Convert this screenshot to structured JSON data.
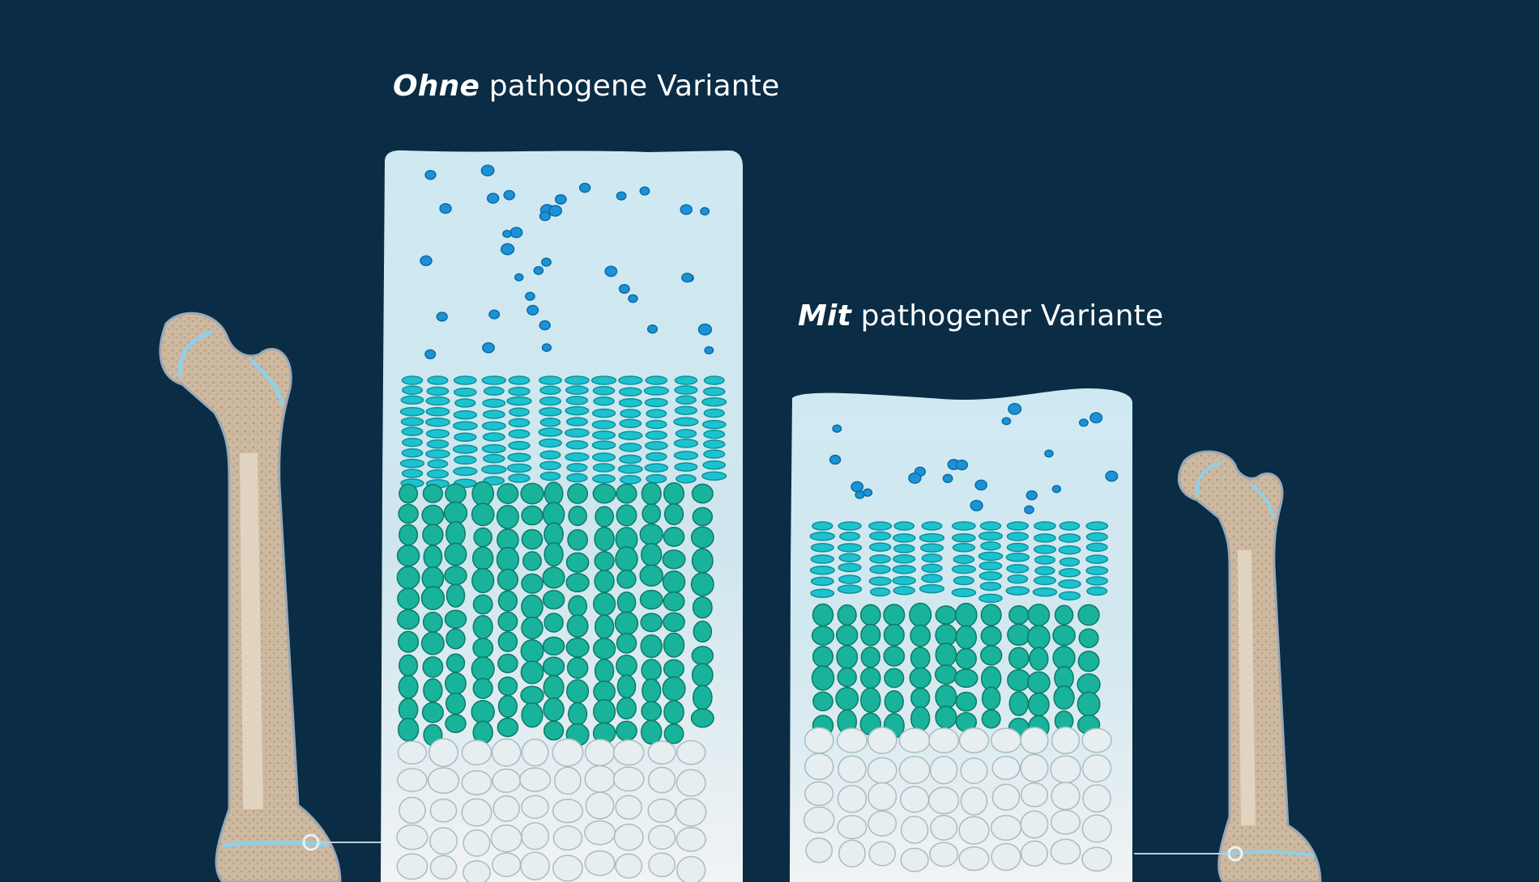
{
  "labels": {
    "normal": {
      "emphasis": "Ohne",
      "rest": " pathogene Variante"
    },
    "mutant": {
      "emphasis": "Mit",
      "rest": " pathogener Variante"
    }
  },
  "colors": {
    "background": "#0a2c44",
    "cartilage": "#cfe9f2",
    "resting_cells": "#1a93d6",
    "proliferating_cells": "#1cc3cf",
    "hypertrophic_cells": "#18b39a",
    "calcified_cells": "#e6eef0",
    "bone": "#cdb8a0",
    "growth_plate_line": "#8fd0ea"
  }
}
